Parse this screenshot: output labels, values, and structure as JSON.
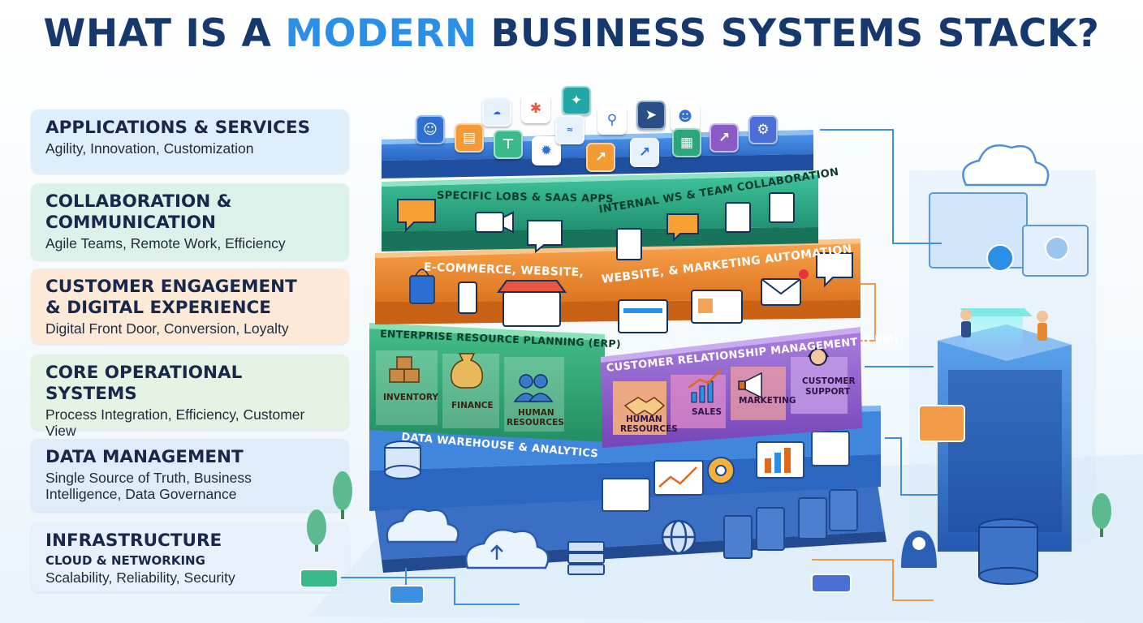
{
  "title": {
    "part1": "WHAT IS A ",
    "accent": "MODERN",
    "part2": " BUSINESS SYSTEMS STACK?"
  },
  "colors": {
    "title": "#17386d",
    "accent": "#2b8fe6",
    "apps_layer": "#2e6fd2",
    "collab_layer": "#24a683",
    "engagement_layer": "#ef8a2c",
    "erp_layer": "#30a877",
    "crm_layer": "#8a5bc7",
    "data_layer": "#2f7bd6",
    "infra_layer": "#2d62b8"
  },
  "panels": [
    {
      "heading": "APPLICATIONS & SERVICES",
      "subheading": "",
      "lines": [
        "Agility, Innovation, Customization"
      ]
    },
    {
      "heading": "COLLABORATION &",
      "heading2": "COMMUNICATION",
      "subheading": "",
      "lines": [
        "Agile Teams, Remote Work, Efficiency"
      ]
    },
    {
      "heading": "CUSTOMER ENGAGEMENT",
      "heading2": "& DIGITAL EXPERIENCE",
      "subheading": "",
      "lines": [
        "Digital Front Door, Conversion, Loyalty"
      ]
    },
    {
      "heading": "CORE OPERATIONAL",
      "heading2": "SYSTEMS",
      "subheading": "",
      "lines": [
        "Process Integration, Efficiency, Customer View"
      ]
    },
    {
      "heading": "DATA MANAGEMENT",
      "subheading": "",
      "lines": [
        "Single Source of Truth, Business",
        "Intelligence, Data Governance"
      ]
    },
    {
      "heading": "INFRASTRUCTURE",
      "subheading": "CLOUD & NETWORKING",
      "lines": [
        "Scalability, Reliability, Security"
      ]
    }
  ],
  "stack": {
    "collab_left": "SPECIFIC LOBS & SAAS APPS",
    "collab_right": "INTERNAL WS & TEAM COLLABORATION",
    "engage_left": "E-COMMERCE, WEBSITE,",
    "engage_right": "WEBSITE, & MARKETING AUTOMATION",
    "erp": "ENTERPRISE RESOURCE PLANNING (ERP)",
    "crm": "CUSTOMER RELATIONSHIP MANAGEMENT (CRM)",
    "erp_cells": [
      "INVENTORY",
      "FINANCE",
      "HUMAN",
      "RESOURCES"
    ],
    "crm_cells": [
      "HUMAN",
      "RESOURCES",
      "SALES",
      "MARKETING",
      "CUSTOMER",
      "SUPPORT"
    ],
    "data": "DATA WAREHOUSE & ANALYTICS"
  },
  "app_icons": [
    "users-icon",
    "salesforce-icon",
    "asterisk-icon",
    "network-icon",
    "chart-icon",
    "support-icon",
    "megaphone-icon",
    "team-icon",
    "chart-up-icon",
    "gear-icon",
    "trend-icon",
    "calendar-icon",
    "wave-icon"
  ]
}
